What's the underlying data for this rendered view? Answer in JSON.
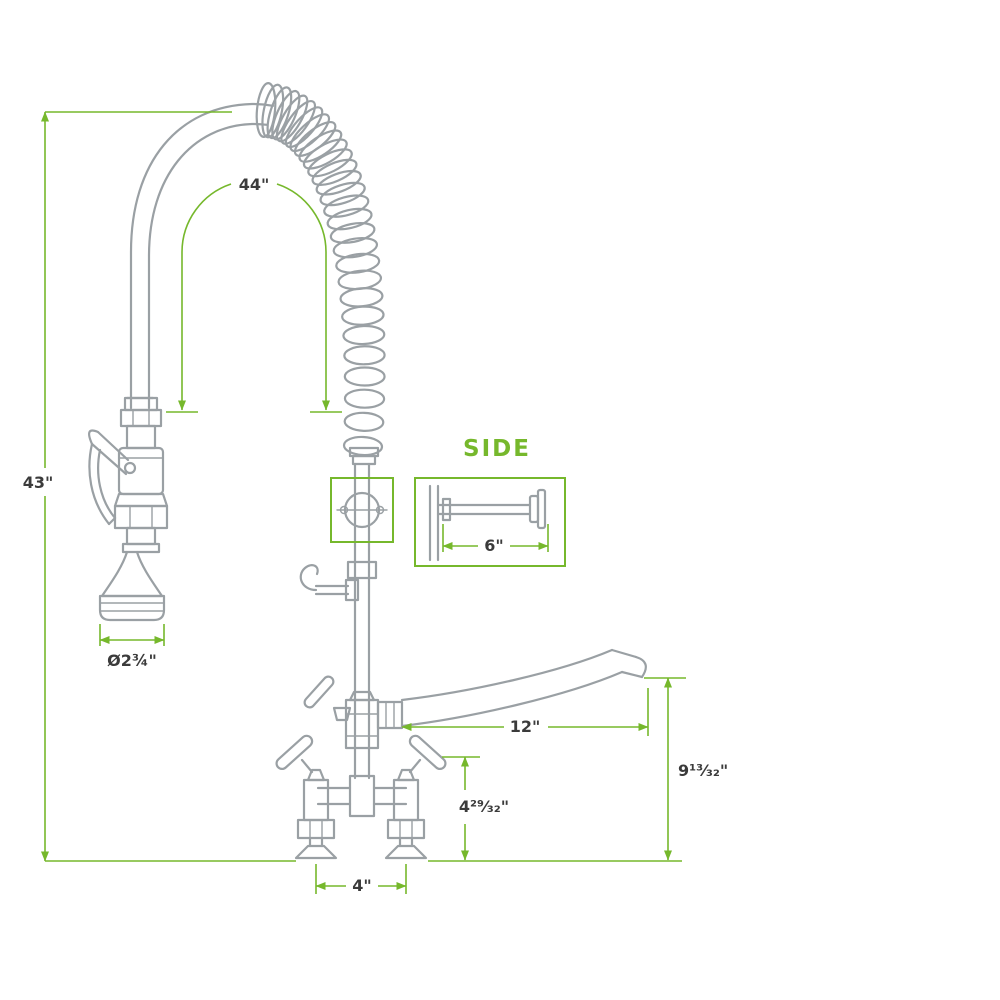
{
  "colors": {
    "line_art": "#9aa0a4",
    "accent": "#76b82c",
    "text": "#3b3b3b"
  },
  "labels": {
    "side_view": "SIDE",
    "overall_height": "43\"",
    "hose_loop": "44\"",
    "bracket_depth": "6\"",
    "spray_face_diameter": "Ø2¾\"",
    "spout_reach": "12\"",
    "spout_outlet_height": "9¹³⁄₃₂\"",
    "deck_to_handle": "4²⁹⁄₃₂\"",
    "faucet_centers": "4\""
  }
}
